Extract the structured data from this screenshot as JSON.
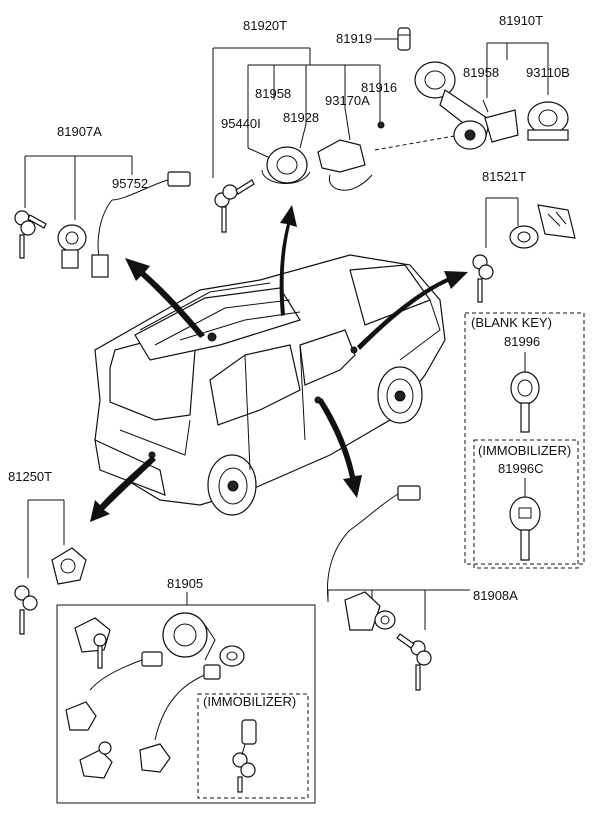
{
  "labels": {
    "p81920T": "81920T",
    "p81919": "81919",
    "p81910T": "81910T",
    "p81958a": "81958",
    "p81916": "81916",
    "p81958b": "81958",
    "p93110B": "93110B",
    "p93170A": "93170A",
    "p95440I": "95440I",
    "p81928": "81928",
    "p81907A": "81907A",
    "p95752": "95752",
    "p81521T": "81521T",
    "blank_key": "(BLANK KEY)",
    "p81996": "81996",
    "immobilizer_right": "(IMMOBILIZER)",
    "p81996C": "81996C",
    "p81250T": "81250T",
    "p81905": "81905",
    "immobilizer_bottom": "(IMMOBILIZER)",
    "p81908A": "81908A"
  }
}
